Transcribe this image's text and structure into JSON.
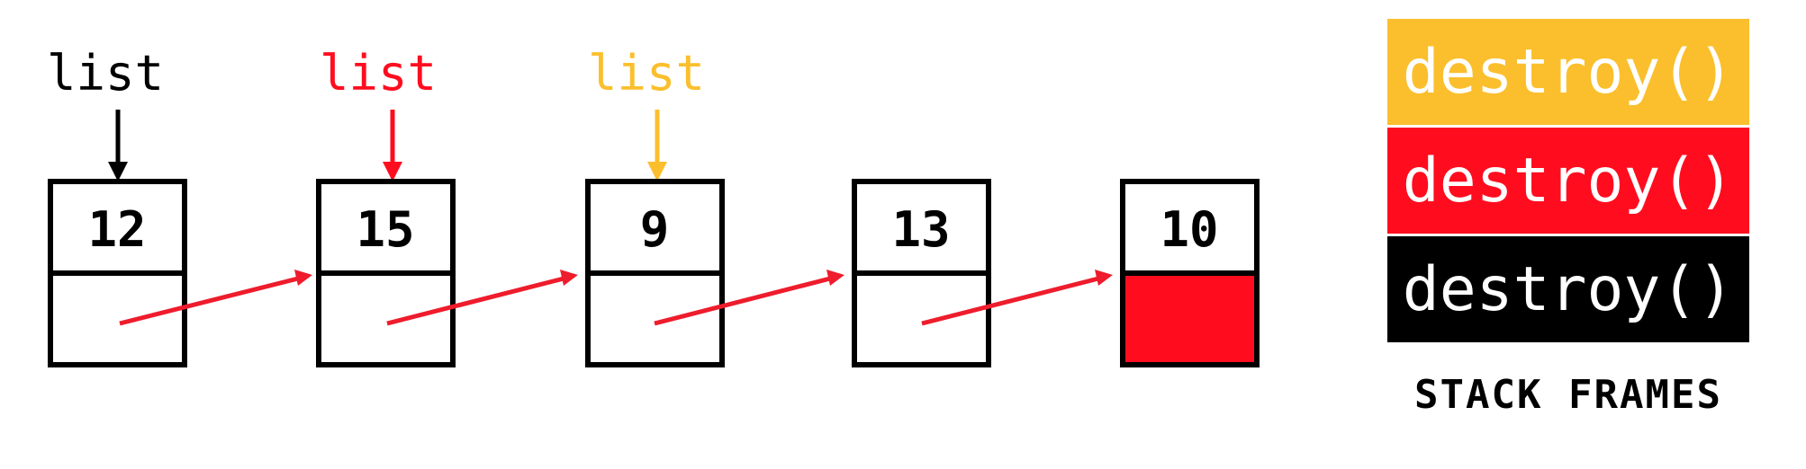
{
  "pointers": [
    {
      "label": "list",
      "color": "#000000",
      "node_index": 0
    },
    {
      "label": "list",
      "color": "#ff0d1f",
      "node_index": 1
    },
    {
      "label": "list",
      "color": "#fbbf2d",
      "node_index": 2
    }
  ],
  "nodes": [
    {
      "value": "12",
      "next": "pointer"
    },
    {
      "value": "15",
      "next": "pointer"
    },
    {
      "value": "9",
      "next": "pointer"
    },
    {
      "value": "13",
      "next": "pointer"
    },
    {
      "value": "10",
      "next": "null"
    }
  ],
  "stack_frames": [
    {
      "label": "destroy()",
      "color": "#fbbf2d"
    },
    {
      "label": "destroy()",
      "color": "#ff0d1f"
    },
    {
      "label": "destroy()",
      "color": "#000000"
    }
  ],
  "stack_caption": "STACK FRAMES",
  "colors": {
    "arrow": "#ee1c2c",
    "null_fill": "#ff0d1f",
    "outline": "#000000"
  }
}
